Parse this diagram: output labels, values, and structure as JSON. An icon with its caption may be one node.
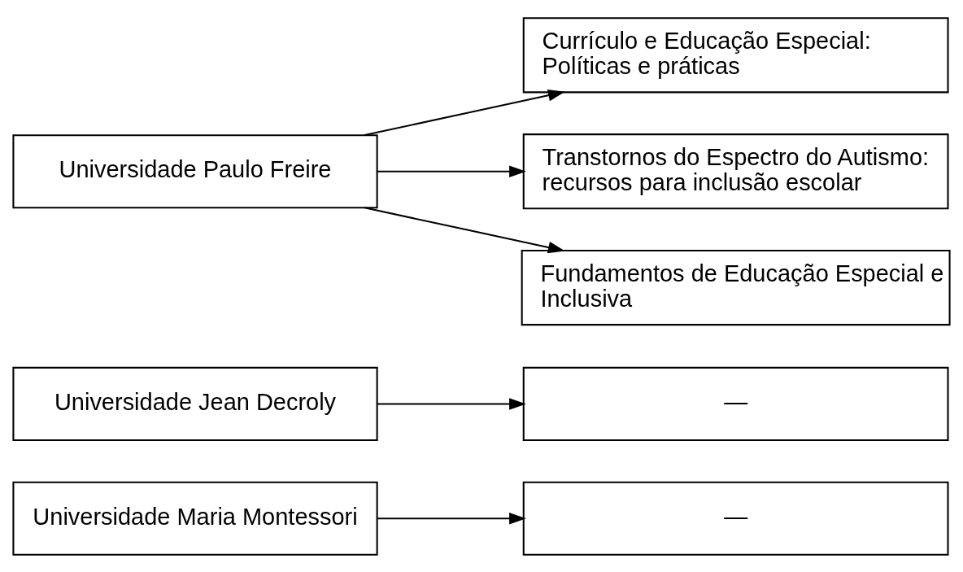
{
  "diagram": {
    "nodes": [
      {
        "text": [
          "Universidade Maria Montessori"
        ]
      },
      {
        "text": [
          "—"
        ]
      },
      {
        "text": [
          "Universidade Jean Decroly"
        ]
      },
      {
        "text": [
          "—"
        ]
      },
      {
        "text": [
          "Universidade Paulo Freire"
        ]
      },
      {
        "text": [
          "Currículo e Educação Especial: Políticas e práticas"
        ]
      },
      {
        "text": [
          "Transtornos do Espectro do Autismo: recursos para inclusão escolar"
        ]
      },
      {
        "text": [
          "Fundamentos de Educação Especial e Inclusiva"
        ]
      }
    ],
    "edges": [
      {
        "from": 0,
        "to": 1,
        "arrow": "to"
      },
      {
        "from": 2,
        "to": 3,
        "arrow": "to"
      },
      {
        "from": 4,
        "to": 5,
        "arrow": "to"
      },
      {
        "from": 4,
        "to": 6,
        "arrow": "to"
      },
      {
        "from": 4,
        "to": 7,
        "arrow": "to"
      }
    ]
  }
}
